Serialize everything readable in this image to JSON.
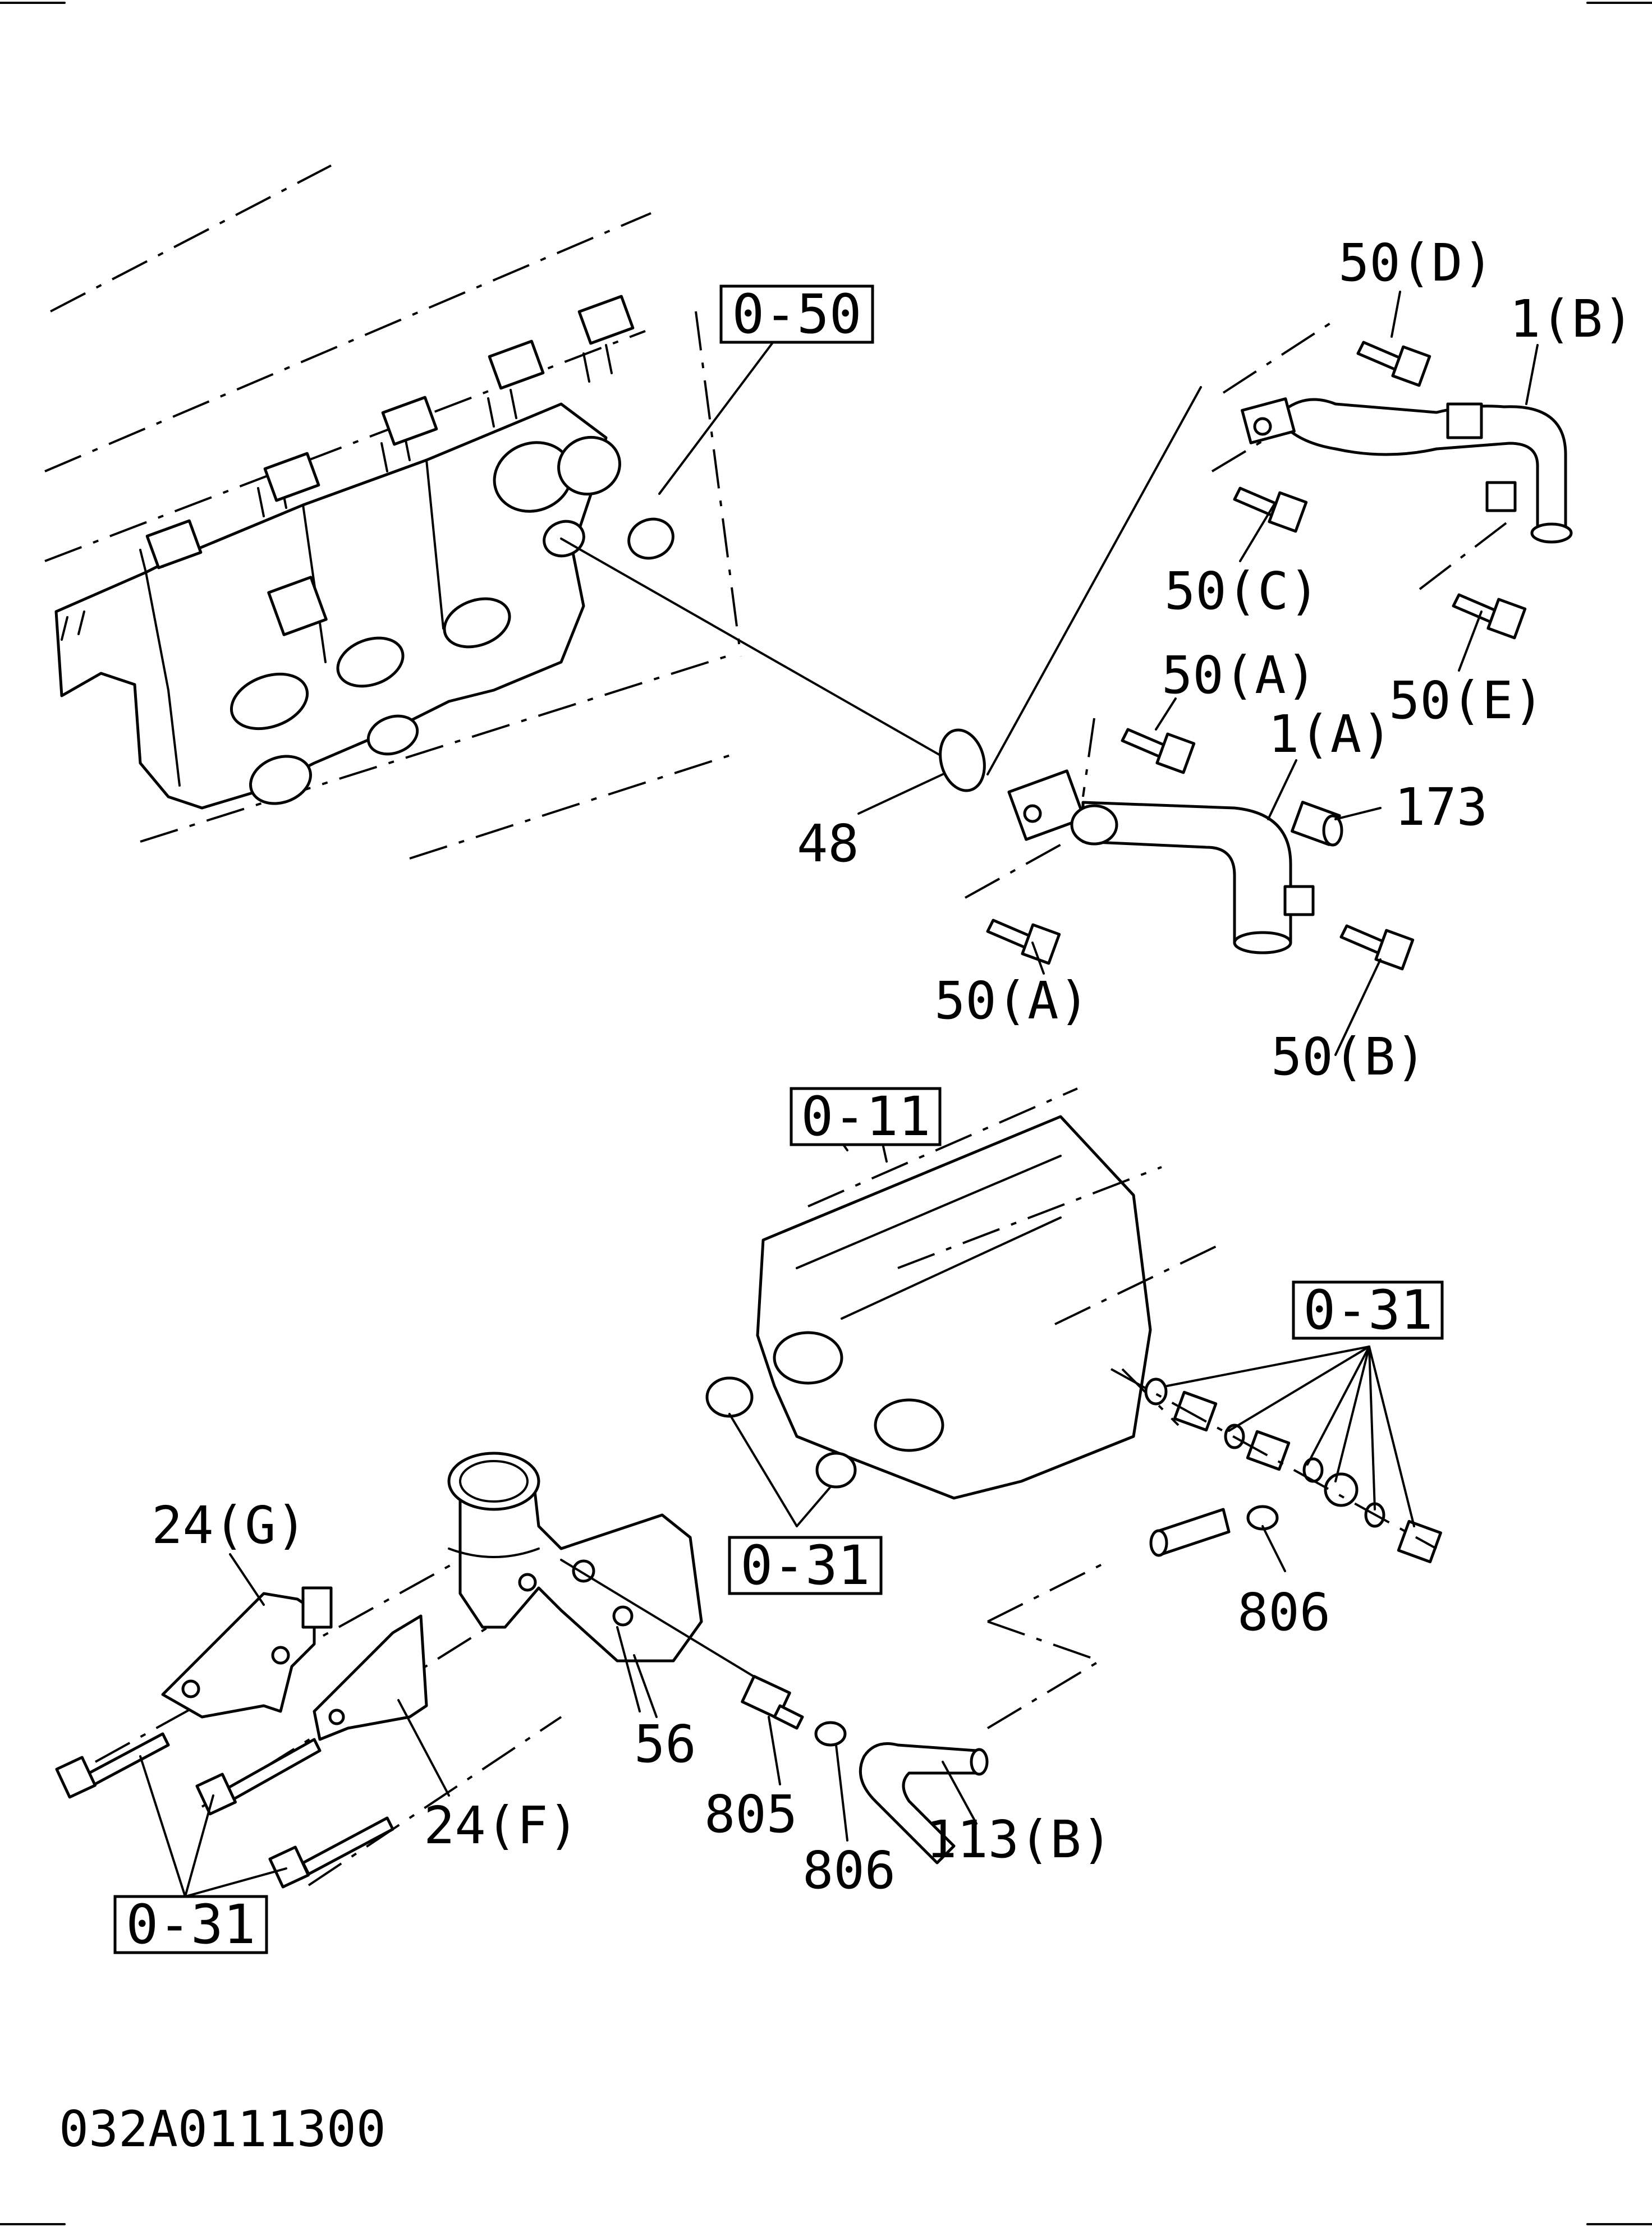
{
  "diagram_code": "032A0111300",
  "boxed_refs": {
    "ref_top": "0-50",
    "ref_mid": "0-11",
    "ref_right": "0-31",
    "ref_center": "0-31",
    "ref_bottom_left": "0-31"
  },
  "callouts": {
    "c_50D": "50(D)",
    "c_1B": "1(B)",
    "c_50C": "50(C)",
    "c_50E": "50(E)",
    "c_50A_top": "50(A)",
    "c_1A": "1(A)",
    "c_173": "173",
    "c_48": "48",
    "c_50A_bottom": "50(A)",
    "c_50B": "50(B)",
    "c_24G": "24(G)",
    "c_806_right": "806",
    "c_56": "56",
    "c_805": "805",
    "c_24F": "24(F)",
    "c_806_bottom": "806",
    "c_113B": "113(B)"
  }
}
